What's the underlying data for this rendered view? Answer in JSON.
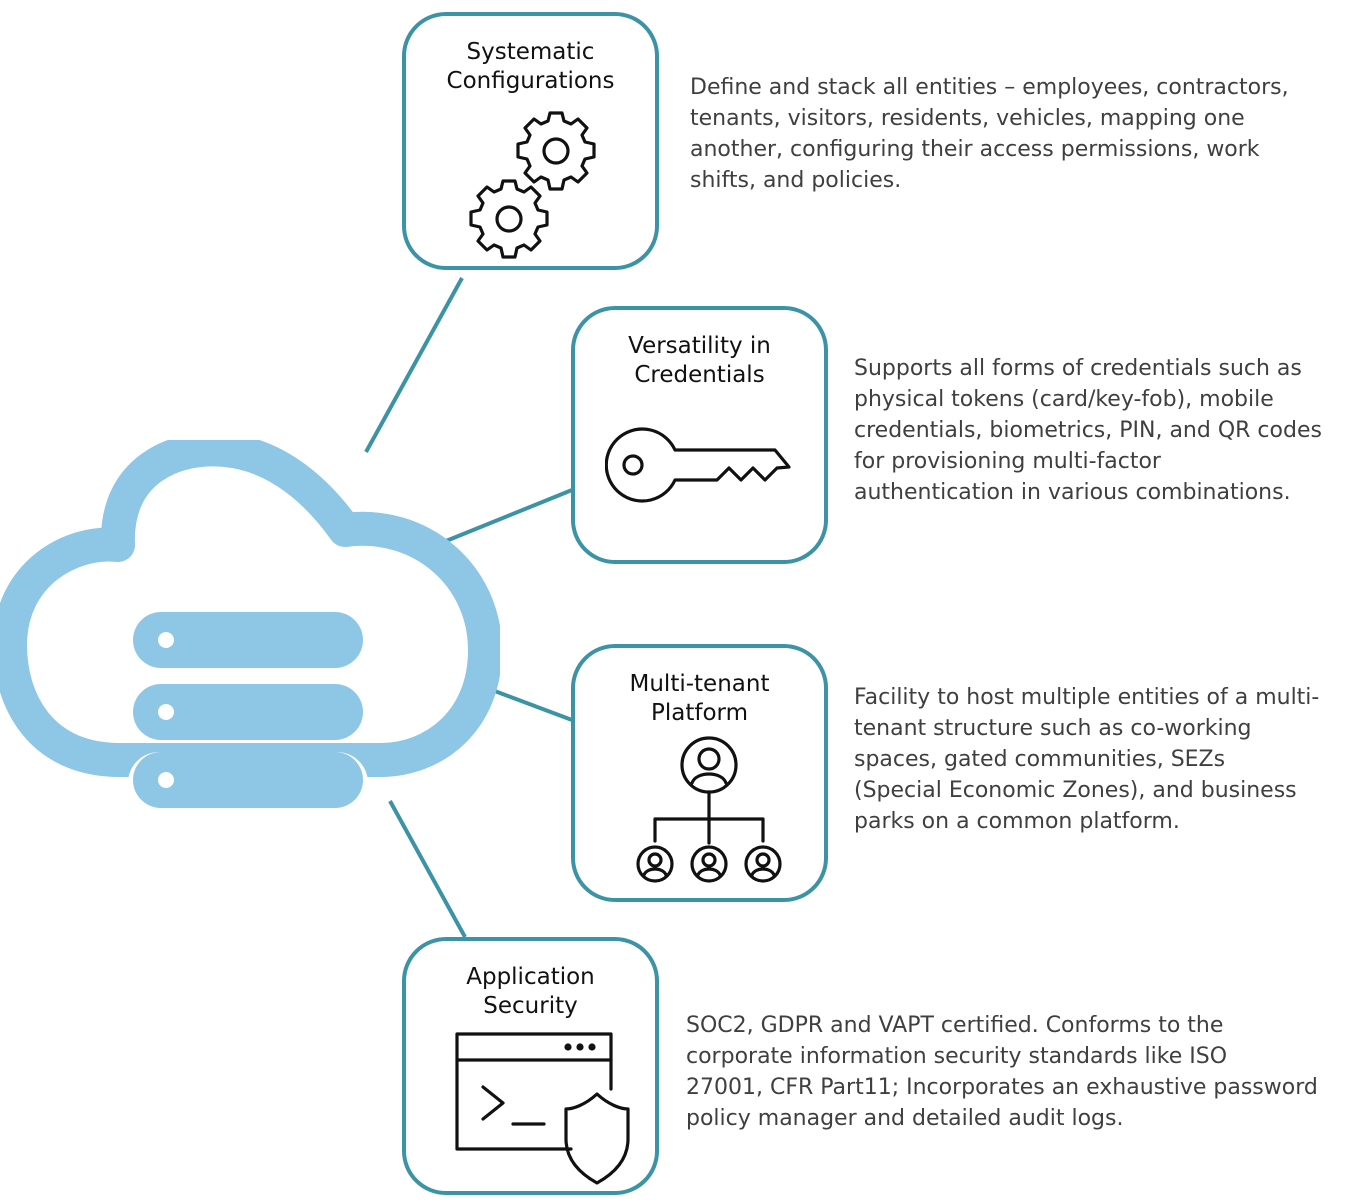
{
  "colors": {
    "accent": "#3c93a6",
    "cloud": "#8ec6e6",
    "icon": "#111111"
  },
  "hub": {
    "icon": "cloud-database-icon"
  },
  "features": [
    {
      "title": "Systematic\nConfigurations",
      "icon": "gears-icon",
      "description": "Define and stack all entities – employees, contractors,\ntenants, visitors, residents, vehicles, mapping one\nanother, configuring their access permissions, work\nshifts, and policies."
    },
    {
      "title": "Versatility in\nCredentials",
      "icon": "key-icon",
      "description": "Supports all forms of credentials such as\nphysical tokens (card/key-fob), mobile\ncredentials, biometrics, PIN, and QR codes\nfor provisioning multi-factor\nauthentication in various combinations."
    },
    {
      "title": "Multi-tenant\nPlatform",
      "icon": "org-users-icon",
      "description": "Facility to host multiple entities of a multi-\ntenant structure such as co-working\nspaces, gated communities, SEZs\n(Special Economic Zones), and business\nparks on a common platform."
    },
    {
      "title": "Application\nSecurity",
      "icon": "terminal-shield-icon",
      "description": "SOC2, GDPR and VAPT certified. Conforms to the\ncorporate information security standards like ISO\n27001, CFR Part11; Incorporates an exhaustive password\npolicy manager and detailed audit logs."
    }
  ]
}
